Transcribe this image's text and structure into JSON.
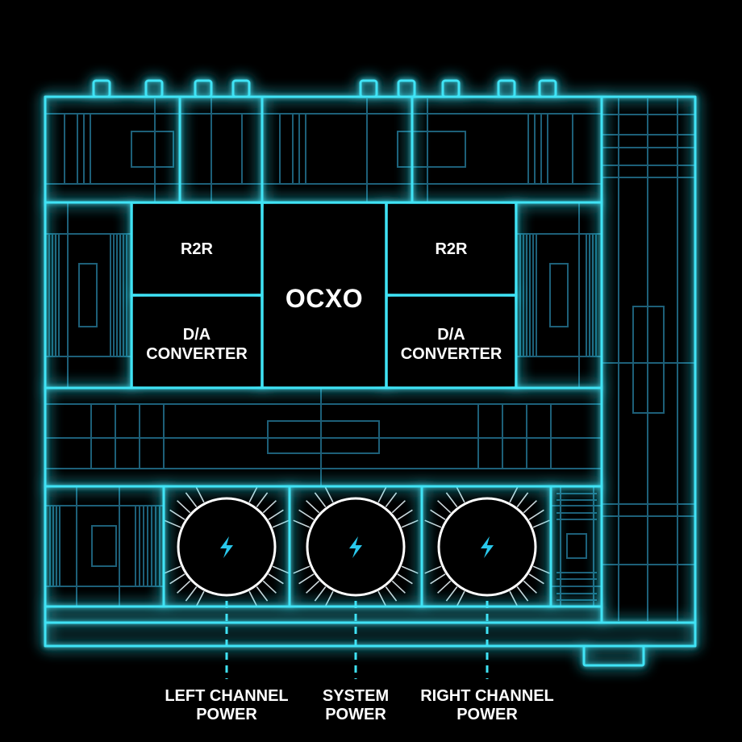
{
  "colors": {
    "background": "#000000",
    "glow": "#3fe3f5",
    "faint": "#1d5f78",
    "bolt": "#29c8ec",
    "block_fill": "#000000"
  },
  "blocks": {
    "r2r_left": "R2R",
    "r2r_right": "R2R",
    "ocxo": "OCXO",
    "dac_left_line1": "D/A",
    "dac_left_line2": "CONVERTER",
    "dac_right_line1": "D/A",
    "dac_right_line2": "CONVERTER"
  },
  "power_units": [
    {
      "icon": "lightning-bolt-icon",
      "label_line1": "LEFT CHANNEL",
      "label_line2": "POWER"
    },
    {
      "icon": "lightning-bolt-icon",
      "label_line1": "SYSTEM",
      "label_line2": "POWER"
    },
    {
      "icon": "lightning-bolt-icon",
      "label_line1": "RIGHT CHANNEL",
      "label_line2": "POWER"
    }
  ]
}
